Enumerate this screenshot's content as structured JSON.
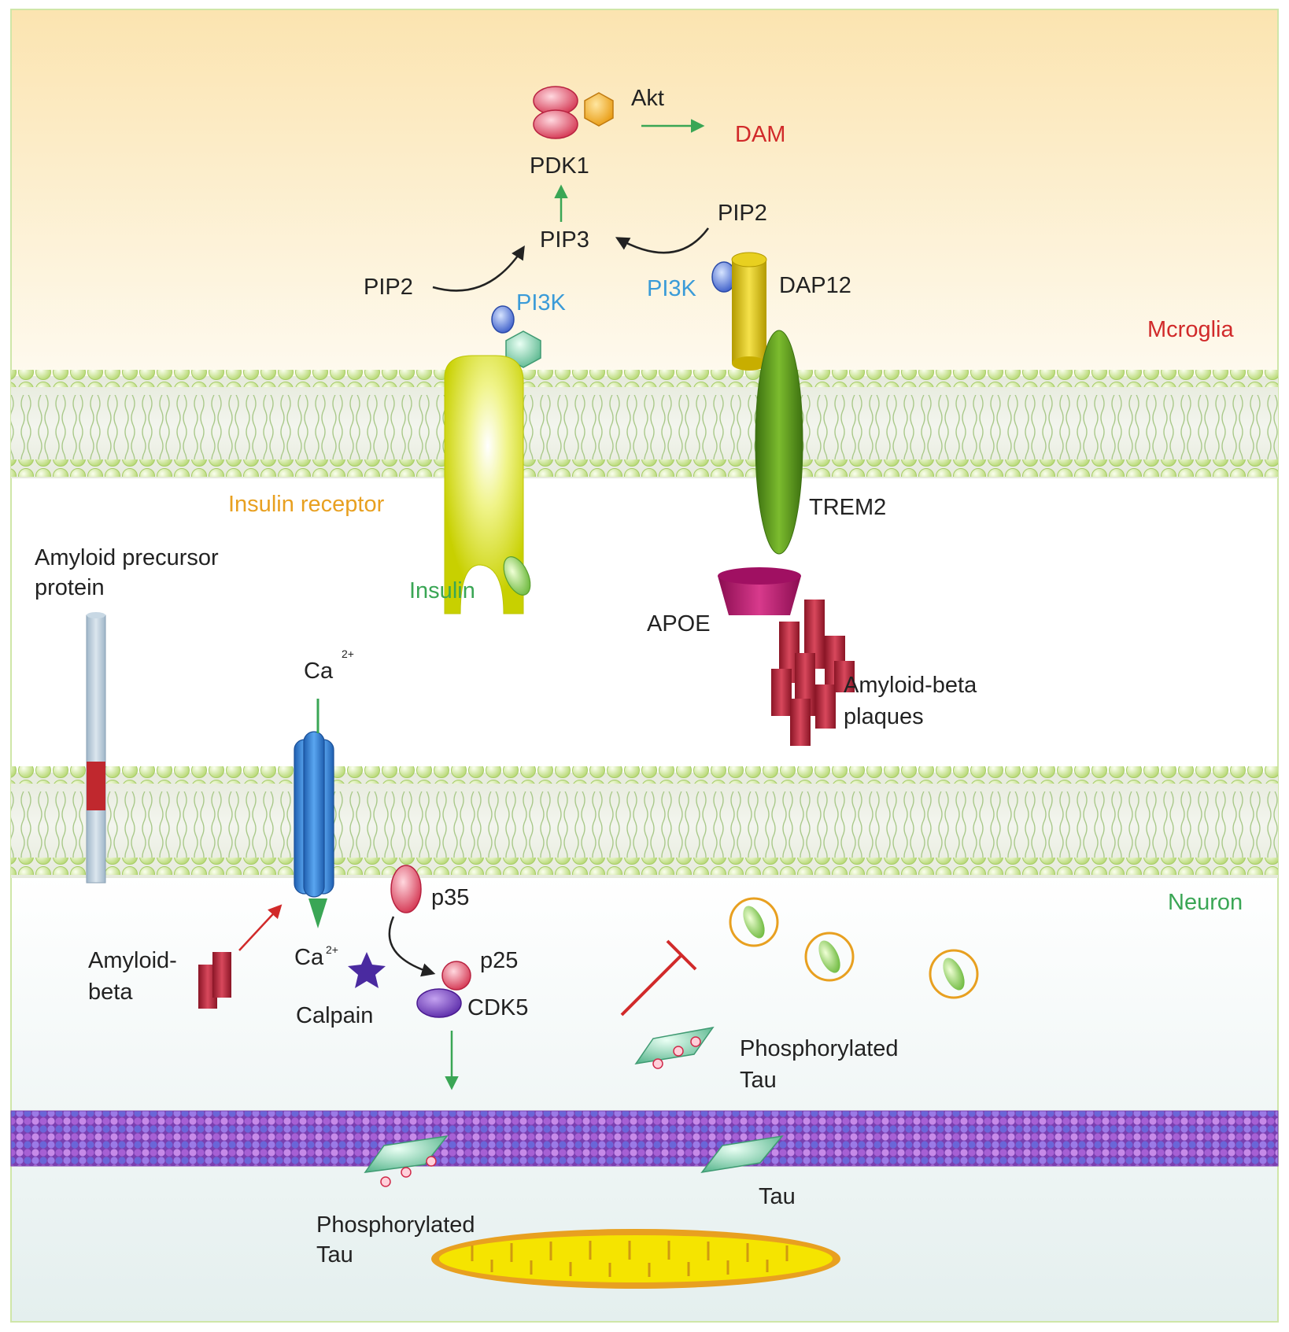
{
  "regions": {
    "microglia": "Mcroglia",
    "neuron": "Neuron"
  },
  "labels": {
    "akt": "Akt",
    "dam": "DAM",
    "pdk1": "PDK1",
    "pip3": "PIP3",
    "pip2_left": "PIP2",
    "pip2_right": "PIP2",
    "pi3k_left": "PI3K",
    "pi3k_right": "PI3K",
    "dap12": "DAP12",
    "insulin_receptor": "Insulin receptor",
    "insulin": "Insulin",
    "trem2": "TREM2",
    "apoe": "APOE",
    "app_line1": "Amyloid precursor",
    "app_line2": "protein",
    "abeta_plaques_line1": "Amyloid-beta",
    "abeta_plaques_line2": "plaques",
    "ca_top": "Ca",
    "ca_top_sup": "2+",
    "ca_bottom": "Ca",
    "ca_bottom_sup": "2+",
    "p35": "p35",
    "p25": "p25",
    "cdk5": "CDK5",
    "calpain": "Calpain",
    "amyloid_beta_line1": "Amyloid-",
    "amyloid_beta_line2": "beta",
    "ptau_right_line1": "Phosphorylated",
    "ptau_right_line2": "Tau",
    "ptau_left_line1": "Phosphorylated",
    "ptau_left_line2": "Tau",
    "tau": "Tau"
  },
  "colors": {
    "black_text": "#222222",
    "red_text": "#d12a2a",
    "blue_text": "#3a9bd8",
    "orange_text": "#e8a020",
    "green_text": "#3aa655",
    "membrane_green": "#c8e28a",
    "green_arrow": "#3aa655",
    "red_arrow": "#d12a2a",
    "trem2_green": "#5a9a1e",
    "dap12_yellow": "#d8c000",
    "apoe_magenta": "#b0146a",
    "amyloid_red": "#b52536",
    "channel_blue": "#2f7fd6",
    "microtubule_purple": "#9b4fc8",
    "mito_yellow": "#f5e400",
    "mito_orange": "#e8a020"
  }
}
